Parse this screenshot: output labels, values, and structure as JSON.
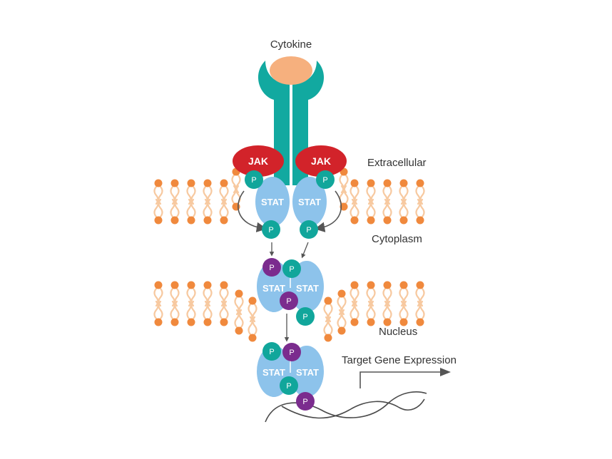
{
  "labels": {
    "cytokine": "Cytokine",
    "extracellular": "Extracellular",
    "cytoplasm": "Cytoplasm",
    "nucleus": "Nucleus",
    "target_gene_expression": "Target Gene Expression"
  },
  "molecules": {
    "jak": "JAK",
    "stat": "STAT",
    "phosphate": "P"
  },
  "colors": {
    "cytokine": "#F6B07E",
    "receptor": "#12A9A0",
    "jak": "#D2232A",
    "stat": "#8DC3EB",
    "phospho_teal": "#11A69B",
    "phospho_purple": "#7B2C8E",
    "lipid_head": "#F0893D",
    "lipid_tail": "#F7C9A0",
    "arrow": "#555555",
    "dna": "#4A4A4A"
  }
}
